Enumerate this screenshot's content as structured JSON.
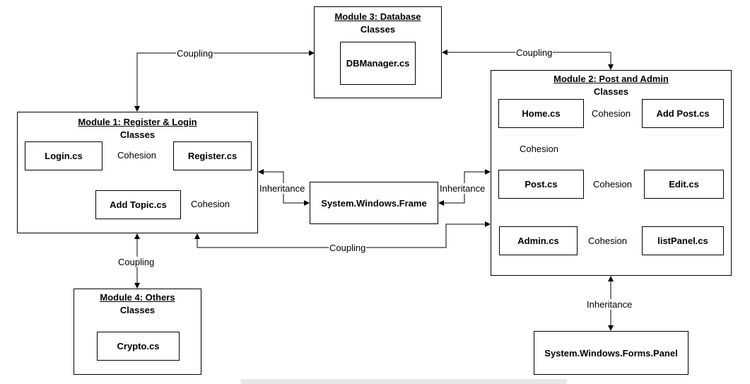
{
  "module3": {
    "title": "Module 3: Database",
    "subtitle": "Classes",
    "classes": [
      "DBManager.cs"
    ]
  },
  "module2": {
    "title": "Module 2: Post and Admin",
    "subtitle": "Classes",
    "classes": [
      "Home.cs",
      "Add Post.cs",
      "Post.cs",
      "Edit.cs",
      "Admin.cs",
      "listPanel.cs"
    ]
  },
  "module1": {
    "title": "Module 1: Register & Login",
    "subtitle": "Classes",
    "classes": [
      "Login.cs",
      "Register.cs",
      "Add Topic.cs"
    ]
  },
  "module4": {
    "title": "Module 4: Others",
    "subtitle": "Classes",
    "classes": [
      "Crypto.cs"
    ]
  },
  "frame": "System.Windows.Frame",
  "panel": "System.Windows.Forms.Panel",
  "labels": {
    "coupling": "Coupling",
    "cohesion": "Cohesion",
    "inheritance": "Inheritance"
  }
}
